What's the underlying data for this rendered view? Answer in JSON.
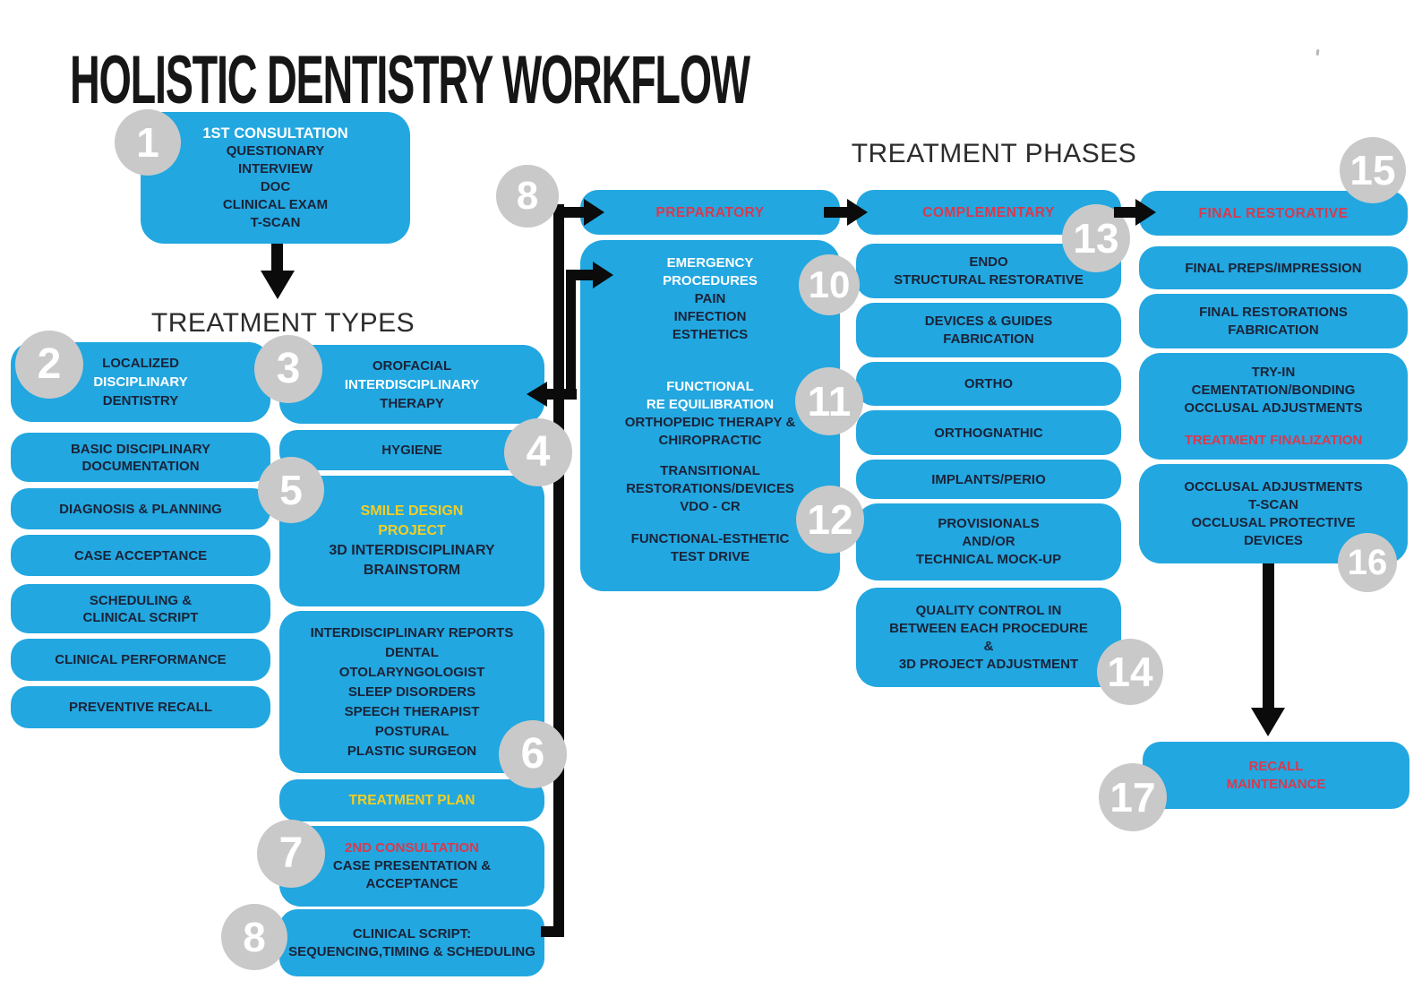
{
  "title": "HOLISTIC DENTISTRY WORKFLOW",
  "headings": {
    "types": "TREATMENT TYPES",
    "phases": "TREATMENT PHASES"
  },
  "consultation": {
    "number": "1",
    "title": "1ST CONSULTATION",
    "lines": [
      "QUESTIONARY",
      "INTERVIEW",
      "DOC",
      "CLINICAL EXAM",
      "T-SCAN"
    ]
  },
  "types_left": {
    "number": "2",
    "header": {
      "line1": "LOCALIZED",
      "line2": "DISCIPLINARY",
      "line3": "DENTISTRY"
    },
    "items": [
      [
        "BASIC DISCIPLINARY",
        "DOCUMENTATION"
      ],
      [
        "DIAGNOSIS & PLANNING"
      ],
      [
        "CASE ACCEPTANCE"
      ],
      [
        "SCHEDULING &",
        "CLINICAL SCRIPT"
      ],
      [
        "CLINICAL PERFORMANCE"
      ],
      [
        "PREVENTIVE RECALL"
      ]
    ]
  },
  "types_mid": {
    "number": "3",
    "header": {
      "line1": "OROFACIAL",
      "line2": "INTERDISCIPLINARY",
      "line3": "THERAPY"
    },
    "hygiene": {
      "number": "4",
      "label": "HYGIENE"
    },
    "smile": {
      "number": "5",
      "title_line1": "SMILE DESIGN",
      "title_line2": "PROJECT",
      "body_line1": "3D INTERDISCIPLINARY",
      "body_line2": "BRAINSTORM"
    },
    "reports": {
      "number": "6",
      "lines": [
        "INTERDISCIPLINARY REPORTS",
        "DENTAL",
        "OTOLARYNGOLOGIST",
        "SLEEP DISORDERS",
        "SPEECH THERAPIST",
        "POSTURAL",
        "PLASTIC SURGEON"
      ]
    },
    "plan": {
      "label": "TREATMENT PLAN"
    },
    "consult2": {
      "number": "7",
      "title": "2ND CONSULTATION",
      "body_line1": "CASE PRESENTATION &",
      "body_line2": "ACCEPTANCE"
    },
    "script": {
      "number": "8",
      "line1": "CLINICAL SCRIPT:",
      "line2": "SEQUENCING,TIMING & SCHEDULING"
    }
  },
  "phases": {
    "preparatory": {
      "number": "8",
      "header": "PREPARATORY",
      "emergency": {
        "number": "10",
        "title_line1": "EMERGENCY",
        "title_line2": "PROCEDURES",
        "lines": [
          "PAIN",
          "INFECTION",
          "ESTHETICS"
        ]
      },
      "functional": {
        "number": "11",
        "title_line1": "FUNCTIONAL",
        "title_line2": "RE EQUILIBRATION",
        "lines": [
          "ORTHOPEDIC THERAPY &",
          "CHIROPRACTIC"
        ]
      },
      "transitional": {
        "number": "12",
        "lines": [
          "TRANSITIONAL",
          "RESTORATIONS/DEVICES",
          "VDO - CR"
        ]
      },
      "testdrive": {
        "lines": [
          "FUNCTIONAL-ESTHETIC",
          "TEST DRIVE"
        ]
      }
    },
    "complementary": {
      "number": "13",
      "header": "COMPLEMENTARY",
      "items": [
        {
          "lines": [
            "ENDO",
            "STRUCTURAL RESTORATIVE"
          ]
        },
        {
          "lines": [
            "DEVICES & GUIDES",
            "FABRICATION"
          ]
        },
        {
          "lines": [
            "ORTHO"
          ]
        },
        {
          "lines": [
            "ORTHOGNATHIC"
          ]
        },
        {
          "lines": [
            "IMPLANTS/PERIO"
          ]
        },
        {
          "lines": [
            "PROVISIONALS",
            "AND/OR",
            "TECHNICAL MOCK-UP"
          ]
        },
        {
          "number": "14",
          "lines": [
            "QUALITY CONTROL IN",
            "BETWEEN EACH PROCEDURE",
            "&",
            "3D PROJECT ADJUSTMENT"
          ]
        }
      ]
    },
    "final": {
      "number": "15",
      "header": "FINAL RESTORATIVE",
      "items": [
        {
          "lines": [
            "FINAL PREPS/IMPRESSION"
          ]
        },
        {
          "lines": [
            "FINAL RESTORATIONS",
            "FABRICATION"
          ]
        },
        {
          "lines": [
            "TRY-IN",
            "CEMENTATION/BONDING",
            "OCCLUSAL ADJUSTMENTS"
          ],
          "highlight": "TREATMENT FINALIZATION"
        },
        {
          "number": "16",
          "lines": [
            "OCCLUSAL ADJUSTMENTS",
            "T-SCAN",
            "OCCLUSAL PROTECTIVE",
            "DEVICES"
          ]
        }
      ]
    },
    "recall": {
      "number": "17",
      "line1": "RECALL",
      "line2": "MAINTENANCE"
    }
  },
  "colors": {
    "box_blue": "#22a7e0",
    "circle_gray": "#c9c9c9",
    "text_navy": "#1a2338",
    "accent_red": "#d9394e",
    "accent_yellow": "#f0ce25",
    "arrow_black": "#0b0b0b"
  }
}
